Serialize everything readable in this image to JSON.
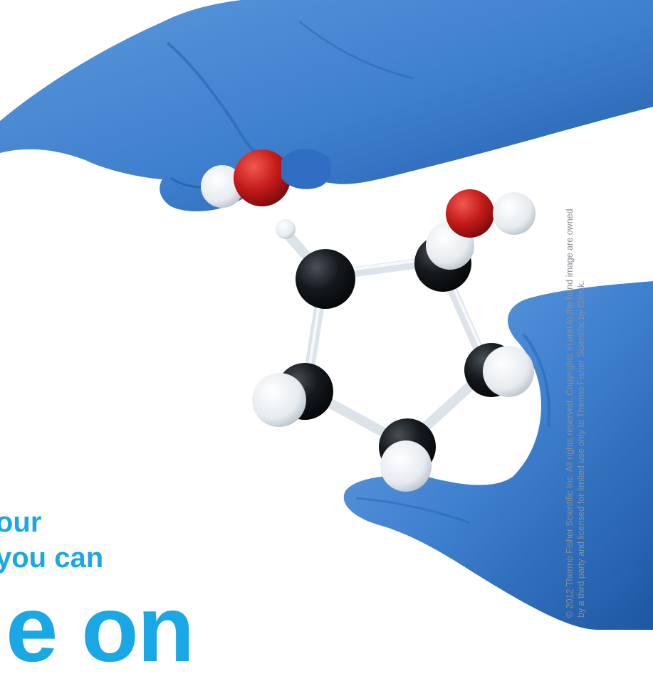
{
  "headline": {
    "line1": "our",
    "line2": "you can",
    "line3": "e on"
  },
  "credit": {
    "line1": "© 2012 Thermo Fisher Scientific Inc. All rights reserved. Copyrights in and to the hand image are owned",
    "line2": "by a third party and licensed for limited use only to Thermo Fisher Scientific by iStock."
  },
  "colors": {
    "headline": "#1aa7e6",
    "glove": "#3e7fcd",
    "glove_dark": "#1f5aa8",
    "carbon": "#101418",
    "oxygen": "#c41a1a",
    "hydrogen": "#eef2f5",
    "bond": "#dde3ea",
    "background": "#ffffff"
  }
}
